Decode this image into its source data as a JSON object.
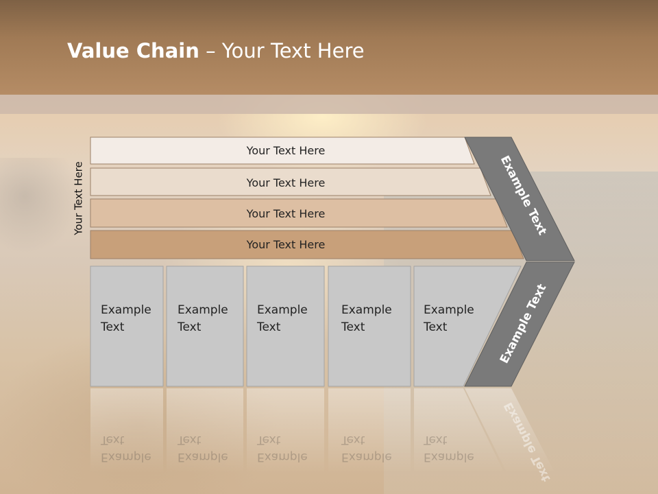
{
  "slide": {
    "title_bold": "Value Chain",
    "title_rest": " – Your Text Here",
    "side_label": "Your Text Here"
  },
  "support_bars": [
    {
      "label": "Your Text Here",
      "color": "#f3ece6"
    },
    {
      "label": "Your Text Here",
      "color": "#eadccd"
    },
    {
      "label": "Your Text Here",
      "color": "#ddbfa3"
    },
    {
      "label": "Your Text Here",
      "color": "#c8a07a"
    }
  ],
  "primary_boxes": [
    {
      "line1": "Example",
      "line2": "Text"
    },
    {
      "line1": "Example",
      "line2": "Text"
    },
    {
      "line1": "Example",
      "line2": "Text"
    },
    {
      "line1": "Example",
      "line2": "Text"
    },
    {
      "line1": "Example",
      "line2": "Text"
    }
  ],
  "arrow": {
    "top_label": "Example Text",
    "bottom_label": "Example Text",
    "color": "#7a7a7a"
  },
  "colors": {
    "header": "#a07a55",
    "box_fill": "#c8c8c8",
    "box_border": "#a3a3a3"
  }
}
